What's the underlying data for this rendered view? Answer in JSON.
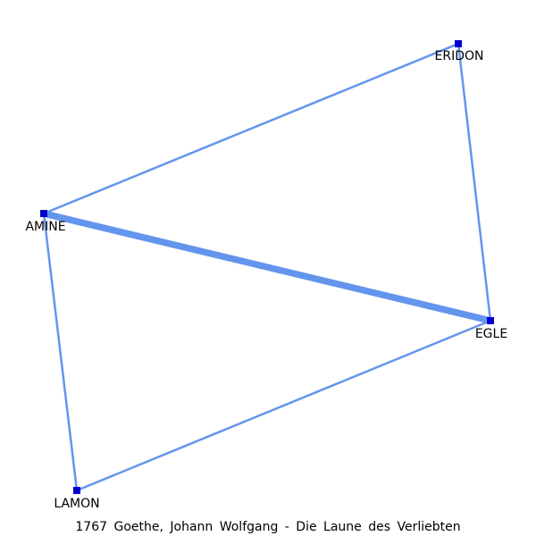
{
  "caption": "1767 Goethe, Johann Wolfgang - Die Laune des Verliebten",
  "colors": {
    "edge": "#6495ED",
    "node": "#0000CD",
    "label": "#000000",
    "background": "#FFFFFF"
  },
  "nodes": [
    {
      "id": "ERIDON",
      "label": "ERIDON"
    },
    {
      "id": "AMINE",
      "label": "AMINE"
    },
    {
      "id": "EGLE",
      "label": "EGLE"
    },
    {
      "id": "LAMON",
      "label": "LAMON"
    }
  ],
  "edges": [
    {
      "source": "ERIDON",
      "target": "AMINE",
      "weight": 1
    },
    {
      "source": "ERIDON",
      "target": "EGLE",
      "weight": 1
    },
    {
      "source": "AMINE",
      "target": "EGLE",
      "weight": 3
    },
    {
      "source": "AMINE",
      "target": "LAMON",
      "weight": 1
    },
    {
      "source": "LAMON",
      "target": "EGLE",
      "weight": 1
    }
  ]
}
